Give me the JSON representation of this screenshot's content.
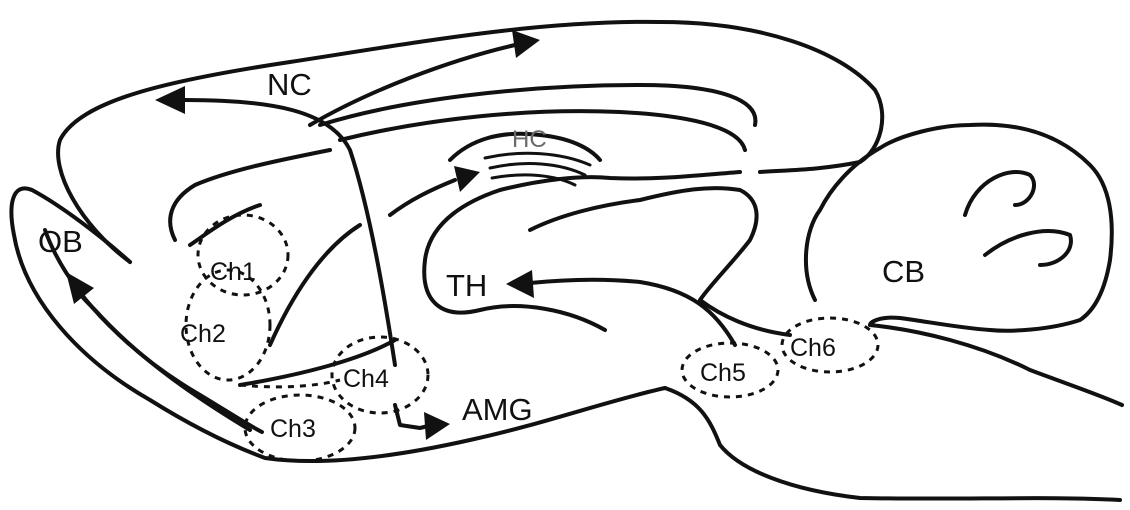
{
  "labels": {
    "nc": "NC",
    "hc": "HC",
    "ob": "OB",
    "th": "TH",
    "cb": "CB",
    "amg": "AMG"
  },
  "channels": {
    "ch1": "Ch1",
    "ch2": "Ch2",
    "ch3": "Ch3",
    "ch4": "Ch4",
    "ch5": "Ch5",
    "ch6": "Ch6"
  },
  "colors": {
    "ink": "#111111",
    "hc_label": "#6a6a6a",
    "background": "#ffffff"
  }
}
